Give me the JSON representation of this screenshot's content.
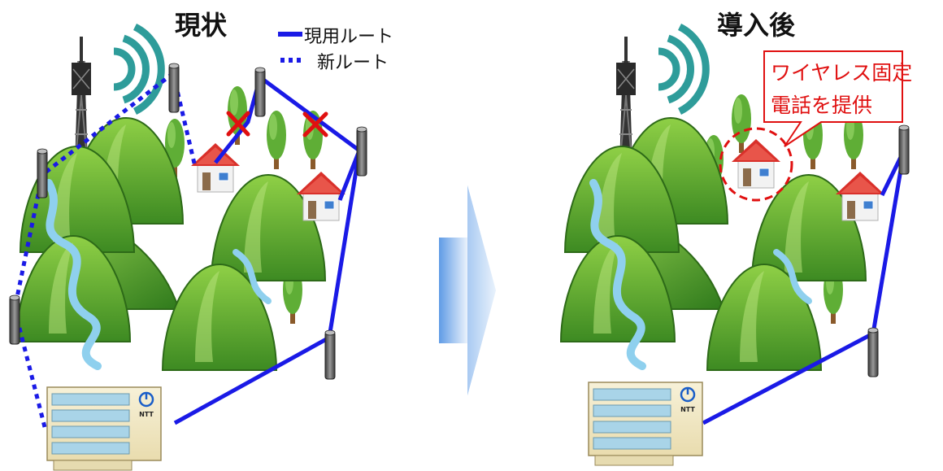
{
  "left_panel": {
    "title": "現状",
    "legend": {
      "current_route": "現用ルート",
      "new_route": "新ルート"
    }
  },
  "right_panel": {
    "title": "導入後",
    "callout_line1": "ワイヤレス固定",
    "callout_line2": "電話を提供"
  },
  "building_logo": "NTT",
  "colors": {
    "current_route": "#1a1ae6",
    "new_route": "#1a1ae6",
    "cut_mark": "#e01010",
    "callout_border": "#e01010",
    "mountain": "#5aa12a",
    "river": "#8fd0ee",
    "house_roof": "#d9302a",
    "arrow": "#6fa8e8"
  },
  "icons": [
    "radio-tower-icon",
    "radio-wave-icon",
    "house-icon",
    "tree-icon",
    "mountain-icon",
    "pole-icon",
    "ntt-building-icon",
    "cut-x-icon",
    "transition-arrow-icon"
  ]
}
